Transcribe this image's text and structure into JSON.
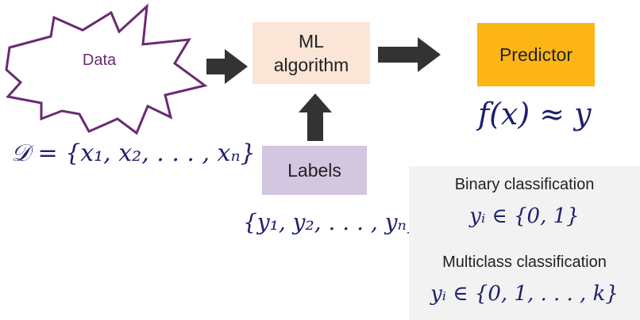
{
  "data_node": {
    "label": "Data",
    "formula": "𝒟 = {x₁, x₂, . . . , xₙ}"
  },
  "algorithm_node": {
    "line1": "ML",
    "line2": "algorithm"
  },
  "predictor_node": {
    "label": "Predictor",
    "formula": "f(x) ≈ y"
  },
  "labels_node": {
    "label": "Labels",
    "formula": "{y₁, y₂, . . . , yₙ}"
  },
  "tasks": {
    "binary": {
      "title": "Binary classification",
      "formula": "yᵢ ∈ {0, 1}"
    },
    "multiclass": {
      "title": "Multiclass classification",
      "formula": "yᵢ ∈ {0, 1, . . . , k}"
    }
  },
  "colors": {
    "data_outline": "#6b2a73",
    "data_text": "#6b2a73",
    "algorithm_fill": "#fbe5d6",
    "predictor_fill": "#fdb515",
    "labels_fill": "#d3c6e0",
    "panel_fill": "#f2f2f2",
    "arrow": "#333333",
    "math": "#1f1f6e"
  }
}
